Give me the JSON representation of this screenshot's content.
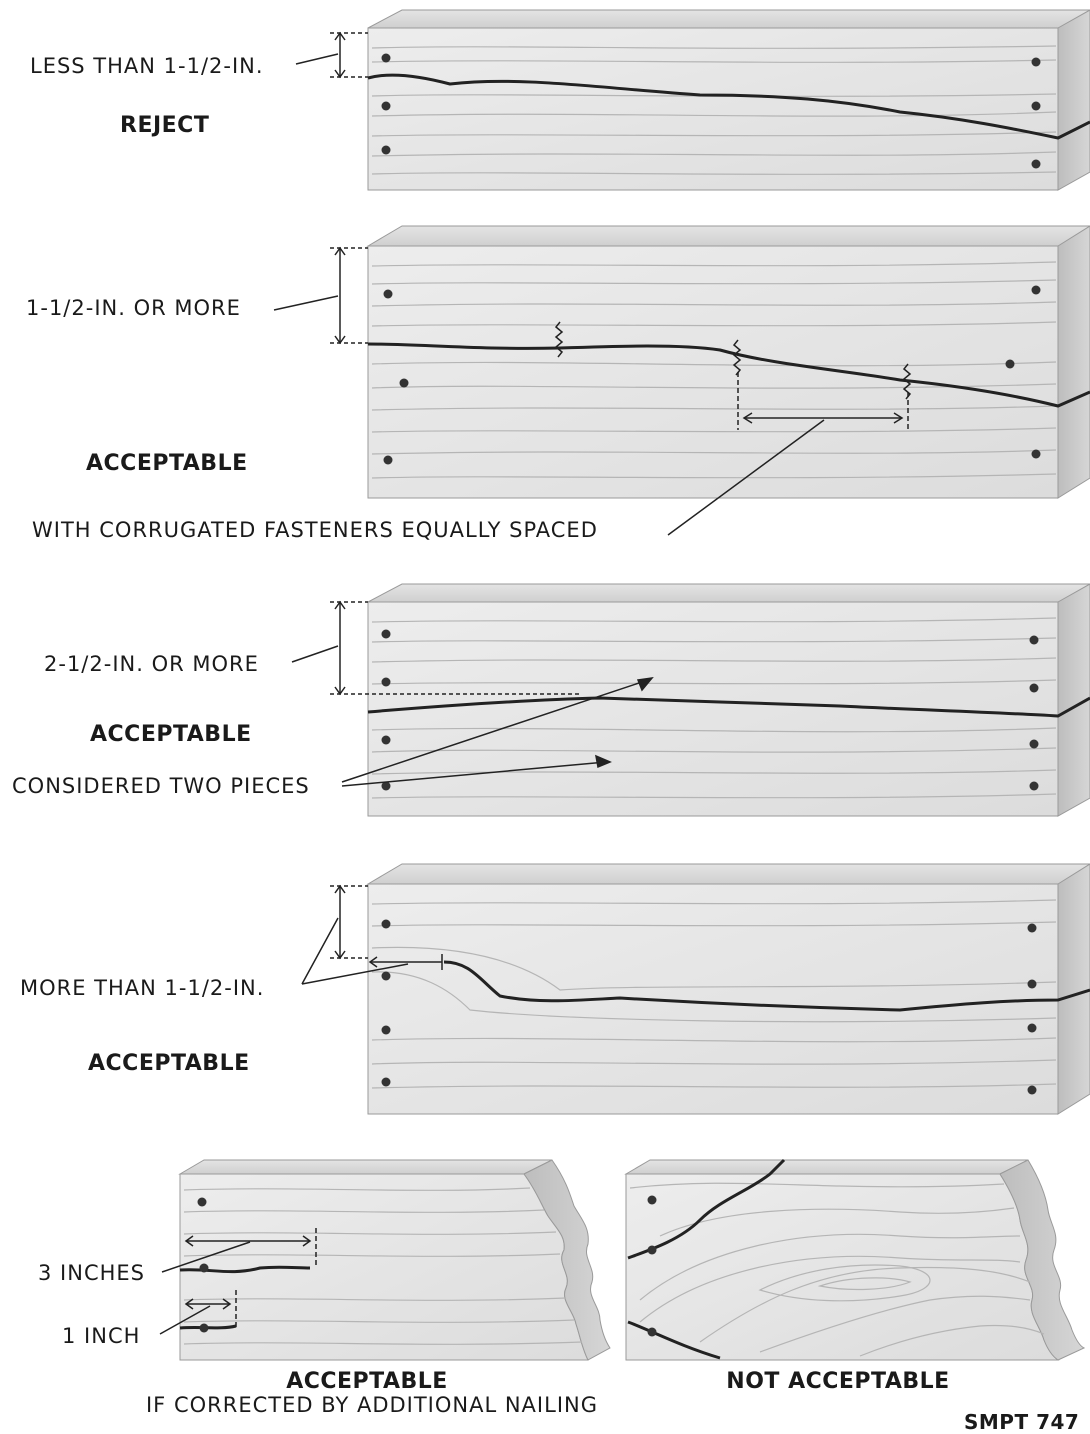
{
  "panels": [
    {
      "dimension": "LESS THAN 1-1/2-IN.",
      "verdict": "REJECT"
    },
    {
      "dimension": "1-1/2-IN. OR MORE",
      "verdict": "ACCEPTABLE",
      "note": "WITH CORRUGATED FASTENERS EQUALLY SPACED"
    },
    {
      "dimension": "2-1/2-IN. OR MORE",
      "verdict": "ACCEPTABLE",
      "note": "CONSIDERED TWO PIECES"
    },
    {
      "dimension": "MORE THAN 1-1/2-IN.",
      "verdict": "ACCEPTABLE"
    }
  ],
  "bottom_left": {
    "dim_a": "3 INCHES",
    "dim_b": "1 INCH",
    "verdict": "ACCEPTABLE",
    "condition": "IF CORRECTED BY ADDITIONAL NAILING"
  },
  "bottom_right": {
    "verdict": "NOT ACCEPTABLE"
  },
  "figure_id": "SMPT 747",
  "colors": {
    "wood_face": "#e4e4e4",
    "wood_top": "#d2d2d2",
    "wood_end": "#c6c6c6",
    "grain": "#b5b5b5",
    "crack": "#222222",
    "nail": "#333333"
  }
}
